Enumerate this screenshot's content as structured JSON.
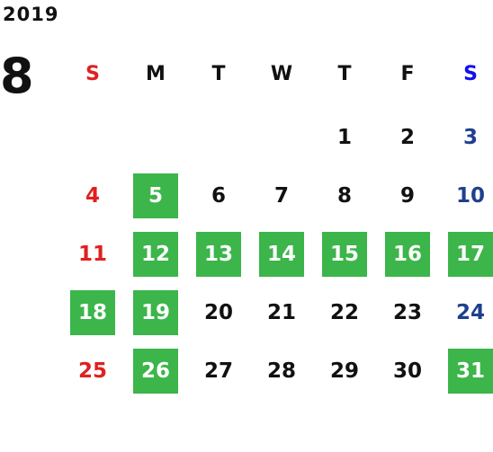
{
  "year": "2019",
  "month": "8",
  "colors": {
    "highlight_bg": "#3cb54a",
    "sunday": "#e02020",
    "saturday": "#1f3f8f",
    "saturday_header": "#1010ee",
    "weekday": "#111111"
  },
  "weekdays": [
    "S",
    "M",
    "T",
    "W",
    "T",
    "F",
    "S"
  ],
  "weeks": [
    [
      null,
      null,
      null,
      null,
      {
        "d": "1",
        "h": false
      },
      {
        "d": "2",
        "h": false
      },
      {
        "d": "3",
        "h": false
      }
    ],
    [
      {
        "d": "4",
        "h": false
      },
      {
        "d": "5",
        "h": true
      },
      {
        "d": "6",
        "h": false
      },
      {
        "d": "7",
        "h": false
      },
      {
        "d": "8",
        "h": false
      },
      {
        "d": "9",
        "h": false
      },
      {
        "d": "10",
        "h": false
      }
    ],
    [
      {
        "d": "11",
        "h": false
      },
      {
        "d": "12",
        "h": true
      },
      {
        "d": "13",
        "h": true
      },
      {
        "d": "14",
        "h": true
      },
      {
        "d": "15",
        "h": true
      },
      {
        "d": "16",
        "h": true
      },
      {
        "d": "17",
        "h": true
      }
    ],
    [
      {
        "d": "18",
        "h": true
      },
      {
        "d": "19",
        "h": true
      },
      {
        "d": "20",
        "h": false
      },
      {
        "d": "21",
        "h": false
      },
      {
        "d": "22",
        "h": false
      },
      {
        "d": "23",
        "h": false
      },
      {
        "d": "24",
        "h": false
      }
    ],
    [
      {
        "d": "25",
        "h": false
      },
      {
        "d": "26",
        "h": true
      },
      {
        "d": "27",
        "h": false
      },
      {
        "d": "28",
        "h": false
      },
      {
        "d": "29",
        "h": false
      },
      {
        "d": "30",
        "h": false
      },
      {
        "d": "31",
        "h": true
      }
    ]
  ]
}
